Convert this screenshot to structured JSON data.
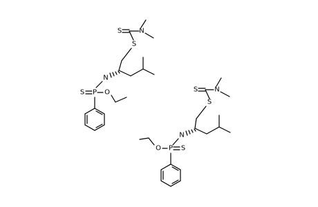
{
  "molecules": [
    {
      "atoms": {
        "s_thiono": "S",
        "n_amide": "N",
        "s_thio": "S",
        "n_amino": "N",
        "p": "P",
        "s_p": "S",
        "o_ester": "O"
      },
      "bonds": []
    },
    {
      "atoms": {
        "s_thiono": "S",
        "n_amide": "N",
        "s_thio": "S",
        "n_amino": "N",
        "p": "P",
        "s_p": "S",
        "o_ester": "O"
      },
      "bonds": []
    }
  ]
}
